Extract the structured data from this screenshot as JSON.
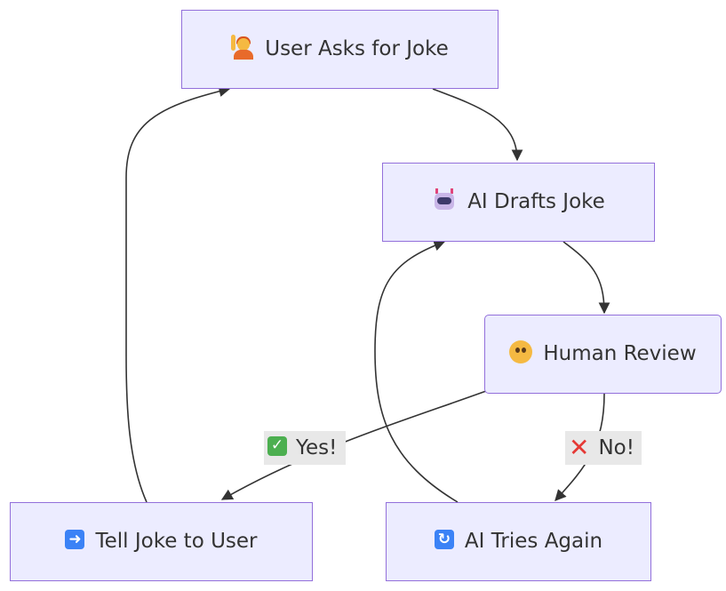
{
  "nodes": {
    "user_asks": {
      "label": "User Asks for Joke",
      "icon": "person-raising-hand-icon"
    },
    "ai_drafts": {
      "label": "AI Drafts Joke",
      "icon": "robot-icon"
    },
    "human_review": {
      "label": "Human Review",
      "icon": "thinking-face-icon"
    },
    "tell_joke": {
      "label": "Tell Joke to User",
      "icon": "right-arrow-icon"
    },
    "ai_tries": {
      "label": "AI Tries Again",
      "icon": "counterclockwise-arrows-icon"
    }
  },
  "edge_labels": {
    "yes": {
      "label": "Yes!",
      "icon": "check-mark-icon"
    },
    "no": {
      "label": "No!",
      "icon": "cross-mark-icon"
    }
  },
  "colors": {
    "node_fill": "#ececff",
    "node_stroke": "#9370db",
    "edge": "#333333",
    "edge_label_bg": "#e8e8e8"
  }
}
